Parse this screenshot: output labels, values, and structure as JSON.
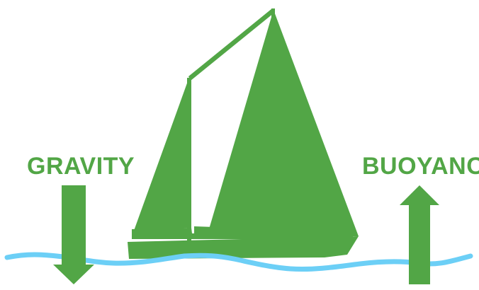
{
  "labels": {
    "gravity": "GRAVITY",
    "buoyancy": "BUOYANCY"
  },
  "forces": [
    {
      "name": "gravity",
      "direction": "down"
    },
    {
      "name": "buoyancy",
      "direction": "up"
    }
  ],
  "icons": {
    "boat": "sailboat-icon",
    "water": "water-line",
    "gravity_arrow": "down-arrow-icon",
    "buoyancy_arrow": "up-arrow-icon"
  },
  "colors": {
    "primary_green": "#52a646",
    "water_blue": "#6ccff6",
    "background": "#ffffff"
  }
}
